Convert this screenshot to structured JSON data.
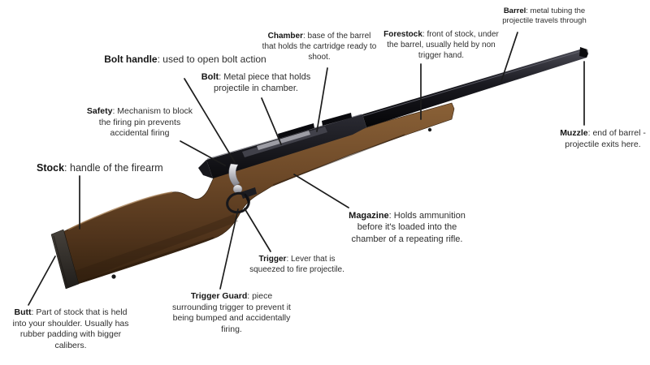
{
  "diagram": {
    "subject": "bolt-action rifle parts",
    "background": "#ffffff",
    "colors": {
      "wood": "#6d4928",
      "wood_dark": "#35220f",
      "metal": "#17171c",
      "chrome": "#d8d8dc",
      "butt_pad": "#2b2824",
      "leader_line": "#1c1c1c",
      "text": "#2e2e2e"
    }
  },
  "labels": [
    {
      "id": "barrel",
      "term": "Barrel",
      "desc": ": metal tubing the projectile travels through"
    },
    {
      "id": "chamber",
      "term": "Chamber",
      "desc": ": base of the barrel that holds the cartridge ready to shoot."
    },
    {
      "id": "forestock",
      "term": "Forestock",
      "desc": ": front of stock, under the barrel, usually held by non trigger hand."
    },
    {
      "id": "bolt-handle",
      "term": "Bolt handle",
      "desc": ": used to open bolt action"
    },
    {
      "id": "bolt",
      "term": "Bolt",
      "desc": ": Metal piece that holds projectile in chamber."
    },
    {
      "id": "safety",
      "term": "Safety",
      "desc": ": Mechanism to block the firing pin prevents accidental firing"
    },
    {
      "id": "stock",
      "term": "Stock",
      "desc": ": handle of the firearm"
    },
    {
      "id": "muzzle",
      "term": "Muzzle",
      "desc": ": end of barrel - projectile exits here."
    },
    {
      "id": "magazine",
      "term": "Magazine",
      "desc": ": Holds ammunition before it's loaded into the chamber of a repeating rifle."
    },
    {
      "id": "trigger",
      "term": "Trigger",
      "desc": ": Lever that is squeezed to fire projectile."
    },
    {
      "id": "trigger-guard",
      "term": "Trigger Guard",
      "desc": ": piece surrounding trigger to prevent it being bumped and accidentally firing."
    },
    {
      "id": "butt",
      "term": "Butt",
      "desc": ": Part of stock that is held into your shoulder. Usually has rubber padding with bigger calibers."
    }
  ]
}
